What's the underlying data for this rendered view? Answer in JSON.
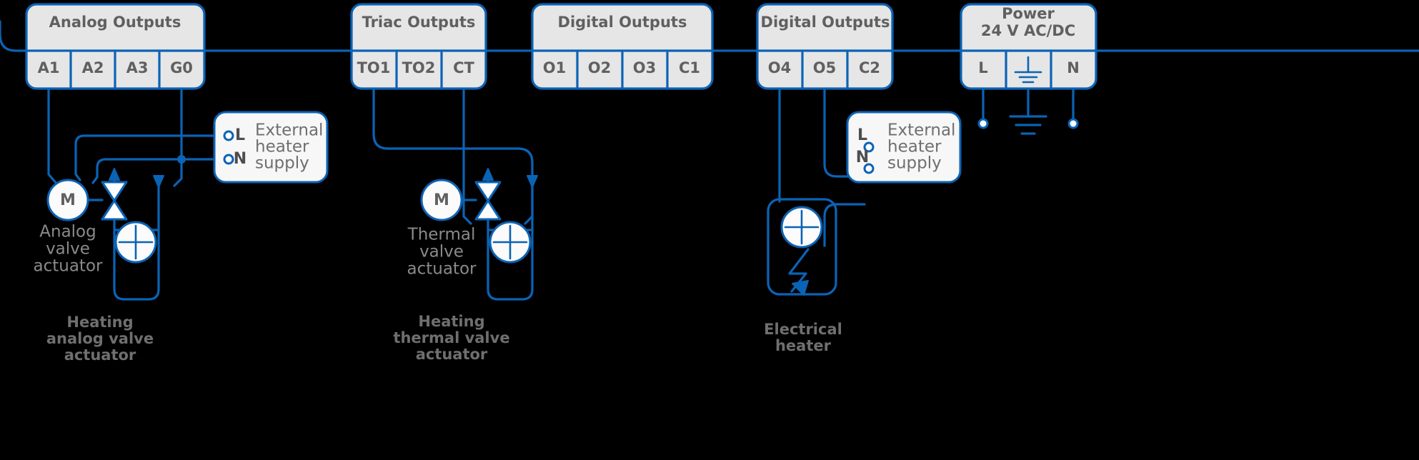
{
  "diagram": {
    "title": "Controller output wiring diagram",
    "accent_color": "#0b63b5",
    "block_fill": "#e6e6e6",
    "label_color": "#606060",
    "background": "#000000"
  },
  "terminal_blocks": [
    {
      "id": "analog-outputs",
      "title": "Analog Outputs",
      "title_line2": "",
      "pins": [
        "A1",
        "A2",
        "A3",
        "G0"
      ]
    },
    {
      "id": "triac-outputs",
      "title": "Triac Outputs",
      "title_line2": "",
      "pins": [
        "TO1",
        "TO2",
        "CT"
      ]
    },
    {
      "id": "digital-outputs-1",
      "title": "Digital Outputs",
      "title_line2": "",
      "pins": [
        "O1",
        "O2",
        "O3",
        "C1"
      ]
    },
    {
      "id": "digital-outputs-2",
      "title": "Digital Outputs",
      "title_line2": "",
      "pins": [
        "O4",
        "O5",
        "C2"
      ]
    },
    {
      "id": "power",
      "title": "Power",
      "title_line2": "24 V AC/DC",
      "pins": [
        "L",
        "earth-ground-icon",
        "N"
      ]
    }
  ],
  "callouts": [
    {
      "id": "external-heater-supply-left",
      "lines": [
        "External",
        "heater",
        "supply"
      ],
      "pins": [
        "L",
        "N"
      ]
    },
    {
      "id": "external-heater-supply-right",
      "lines": [
        "External",
        "heater",
        "supply"
      ],
      "pins": [
        "L",
        "N"
      ]
    }
  ],
  "devices": [
    {
      "id": "analog-valve-actuator",
      "symbol": "M",
      "caption": [
        "Analog",
        "valve",
        "actuator"
      ]
    },
    {
      "id": "thermal-valve-actuator",
      "symbol": "M",
      "caption": [
        "Thermal",
        "valve",
        "actuator"
      ]
    }
  ],
  "group_captions": [
    {
      "id": "heating-analog-valve-actuator",
      "lines": [
        "Heating",
        "analog valve",
        "actuator"
      ]
    },
    {
      "id": "heating-thermal-valve-actuator",
      "lines": [
        "Heating",
        "thermal valve",
        "actuator"
      ]
    },
    {
      "id": "electrical-heater",
      "lines": [
        "Electrical",
        "heater"
      ]
    }
  ],
  "symbols": {
    "motor": "M",
    "heat_exchanger": "plus-in-circle-icon",
    "valve": "two-way-valve-icon",
    "ground": "earth-ground-icon",
    "lightning": "lightning-bolt-icon"
  }
}
